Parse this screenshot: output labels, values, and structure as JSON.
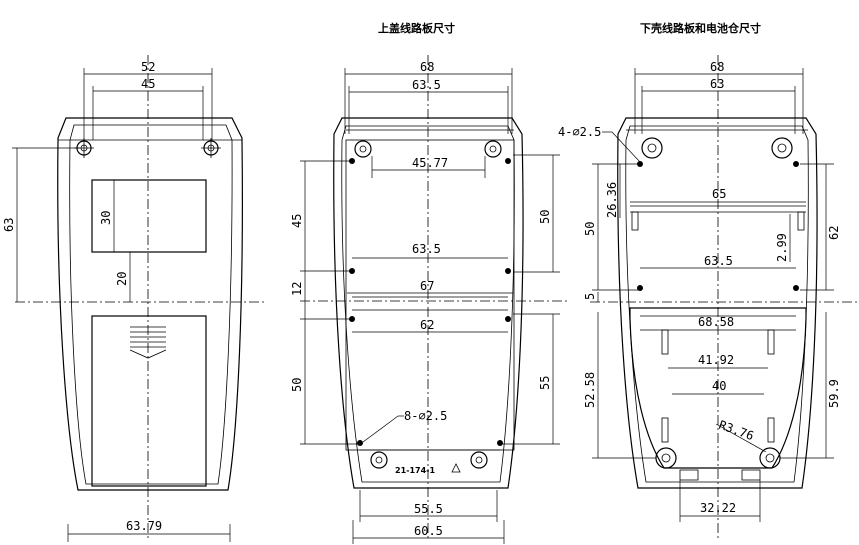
{
  "titles": {
    "middle": "上盖线路板尺寸",
    "right": "下壳线路板和电池仓尺寸"
  },
  "left_view": {
    "dim_top_outer": "52",
    "dim_top_inner": "45",
    "dim_left_height": "63",
    "dim_window_height": "30",
    "dim_window_gap": "20",
    "dim_bottom_width": "63.79"
  },
  "middle_view": {
    "dim_top_outer": "68",
    "dim_top_inner": "63.5",
    "dim_hole_span": "45.77",
    "dim_left_upper": "45",
    "dim_left_mid": "12",
    "dim_left_lower": "50",
    "dim_right_upper": "50",
    "dim_right_lower": "55",
    "dim_mid_width": "63.5",
    "dim_mid_width2": "67",
    "dim_mid_width3": "62",
    "hole_callout": "8-∅2.5",
    "dim_bottom_inner": "55.5",
    "dim_bottom_outer": "60.5",
    "part_number": "21-174-1"
  },
  "right_view": {
    "dim_top_outer": "68",
    "dim_top_inner": "63",
    "hole_callout": "4-∅2.5",
    "dim_26": "26.36",
    "dim_50": "50",
    "dim_65": "65",
    "dim_2_99": "2.99",
    "dim_62": "62",
    "dim_63_5": "63.5",
    "dim_5": "5",
    "dim_68_58": "68.58",
    "dim_41_92": "41.92",
    "dim_40": "40",
    "dim_52_58": "52.58",
    "dim_59_9": "59.9",
    "dim_r": "R3.76",
    "dim_32_22": "32.22"
  }
}
